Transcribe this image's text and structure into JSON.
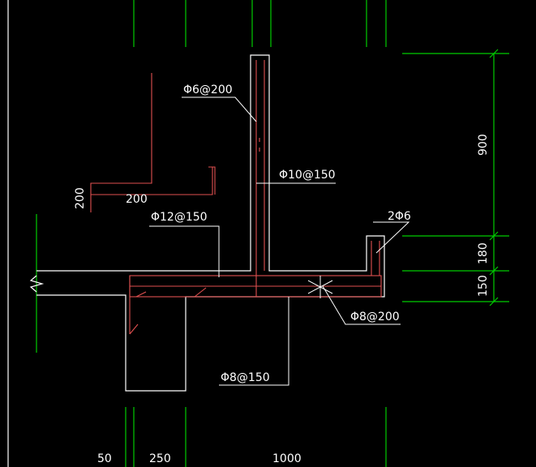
{
  "colors": {
    "background": "#000000",
    "axis_lines": "#00cc00",
    "outline": "#ffffff",
    "rebar": "#e05050",
    "text": "#ffffff"
  },
  "labels": {
    "rebar_top_bar": "Φ6@200",
    "rebar_wall_vertical": "Φ10@150",
    "rebar_top_tie": "2Φ6",
    "rebar_slab_top": "Φ12@150",
    "rebar_slab_bottom": "Φ8@200",
    "rebar_beam": "Φ8@150",
    "bent_bar_length": "200",
    "bent_bar_height": "200"
  },
  "dimensions": {
    "right_upper": "900",
    "right_middle": "180",
    "right_lower": "150",
    "bottom_left": "50",
    "bottom_middle": "250",
    "bottom_right": "1000"
  }
}
